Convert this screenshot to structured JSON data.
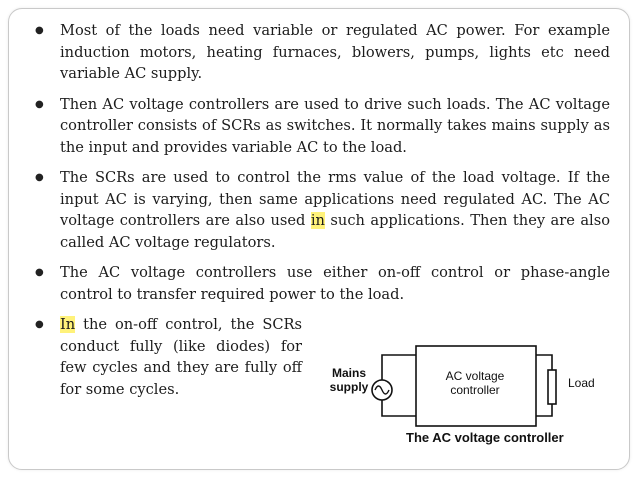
{
  "bullets": [
    {
      "text": "Most of the loads need variable or regulated AC power. For example induction motors, heating furnaces, blowers, pumps, lights etc need variable AC supply."
    },
    {
      "text": "Then AC voltage controllers are used to drive such loads. The AC voltage controller consists of SCRs as switches. It normally takes mains supply as the input and provides variable AC to the load."
    },
    {
      "before": "The SCRs are used to control the rms value of the load voltage. If the input AC is varying, then same applications need regulated AC. The AC voltage controllers are also used ",
      "highlight": "in",
      "after": " such applications. Then they are also called AC voltage regulators."
    },
    {
      "text": "The AC voltage controllers use either on-off control or phase-angle control to transfer required power to the load."
    },
    {
      "highlight": "In",
      "after": " the on-off control, the SCRs conduct fully (like diodes) for few cycles and they are fully off for some cycles."
    }
  ],
  "diagram": {
    "mains_line1": "Mains",
    "mains_line2": "supply",
    "box_line1": "AC voltage",
    "box_line2": "controller",
    "load_label": "Load",
    "caption": "The AC voltage controller",
    "highlight_color": "#fff27a"
  }
}
